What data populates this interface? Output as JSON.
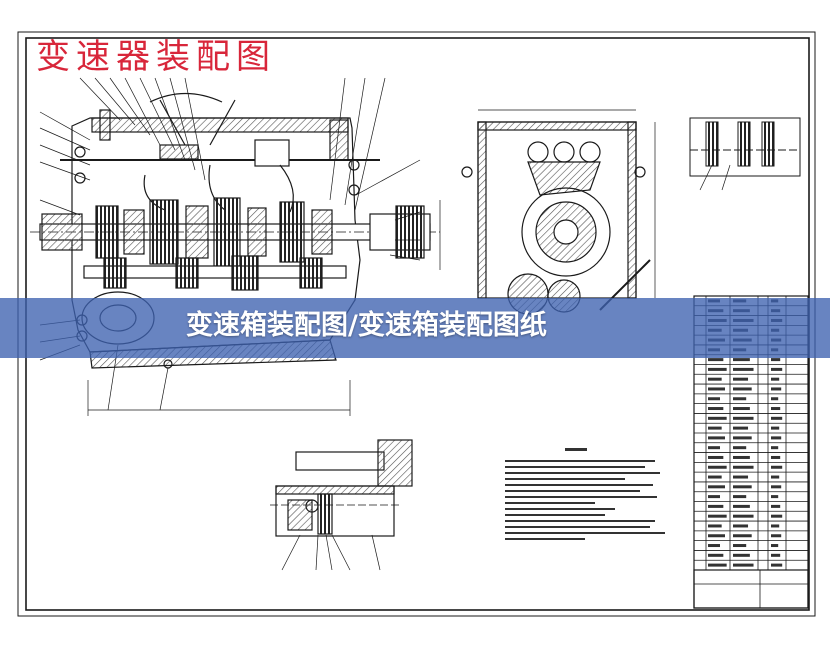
{
  "drawing": {
    "corner_title": "变速器装配图",
    "banner_caption": "变速箱装配图/变速箱装配图纸"
  },
  "colors": {
    "line": "#1a1a1a",
    "title_red": "#d8263a",
    "banner_blue": "#3e61b0",
    "hatch": "#555555"
  },
  "bom_table": {
    "rows": 28,
    "columns": 6
  }
}
